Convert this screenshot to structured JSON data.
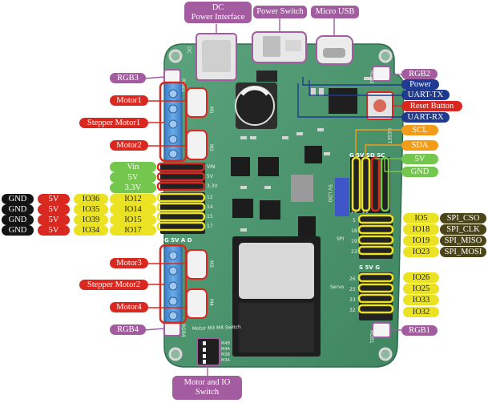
{
  "top_labels": {
    "dc": [
      "DC",
      "Power Interface"
    ],
    "power_switch": "Power Switch",
    "micro_usb": "Micro USB"
  },
  "left_labels": {
    "rgb3": "RGB3",
    "motor1": "Motor1",
    "stepper1": "Stepper Motor1",
    "motor2": "Motor2",
    "vin": "Vin",
    "v5": "5V",
    "v33": "3.3V",
    "motor3": "Motor3",
    "stepper2": "Stepper Motor2",
    "motor4": "Motor4",
    "rgb4": "RGB4"
  },
  "gpio_rows": [
    {
      "gnd": "GND",
      "v": "5V",
      "io": "IO36",
      "io2": "IO12"
    },
    {
      "gnd": "GND",
      "v": "5V",
      "io": "IO35",
      "io2": "IO14"
    },
    {
      "gnd": "GND",
      "v": "5V",
      "io": "IO39",
      "io2": "IO15"
    },
    {
      "gnd": "GND",
      "v": "5V",
      "io": "IO34",
      "io2": "IO17"
    }
  ],
  "right_labels": {
    "rgb2": "RGB2",
    "power": "Power",
    "uart_tx": "UART-TX",
    "reset": "Reset Button",
    "uart_rx": "UART-RX",
    "scl": "SCL",
    "sda": "SDA",
    "v5": "5V",
    "gnd": "GND",
    "rgb1": "RGB1"
  },
  "spi_rows": [
    {
      "io": "IO5",
      "fn": "SPI_CSO"
    },
    {
      "io": "IO18",
      "fn": "SPI_CLK"
    },
    {
      "io": "IO19",
      "fn": "SPI_MISO"
    },
    {
      "io": "IO23",
      "fn": "SPI_MOSI"
    }
  ],
  "servo_rows": [
    "IO26",
    "IO25",
    "IO33",
    "IO32"
  ],
  "bottom_label": [
    "Motor and IO",
    "Switch"
  ],
  "silk": {
    "rgb3": "RGB3",
    "dc": "DC",
    "m1": "M1",
    "m2": "M2",
    "m3": "M3",
    "m4": "M4",
    "vin": "VIN",
    "v5": "5V",
    "v33": "3.3V",
    "pins": [
      "12",
      "14",
      "15",
      "17"
    ],
    "gsvd": "G 5V A D",
    "g5vsd": "G 5V SD SC",
    "spi_pins": [
      "5",
      "18",
      "19",
      "23"
    ],
    "servo_pins": [
      "26",
      "25",
      "33",
      "32"
    ],
    "s5vg": "S 5V G",
    "spi": "SPI",
    "servo": "Servo",
    "switch": "Motor M3 M4 Switch",
    "sw_labels": [
      "M4B",
      "M4A",
      "M3B",
      "M3A"
    ],
    "reset": "RESET",
    "num22": "22",
    "num21": "21",
    "rgb1": "RGB1",
    "rgb2": "RGB2",
    "rgb4": "RGB4",
    "ic": "5V LDO"
  },
  "colors": {
    "board": "#49906a",
    "purple": "#a35ca0",
    "red": "#d9281f",
    "navy": "#1f3a8f",
    "orange": "#f39c1a",
    "green": "#74c74d",
    "yellow": "#eae222",
    "terminal_blue": "#4b8fd6"
  }
}
